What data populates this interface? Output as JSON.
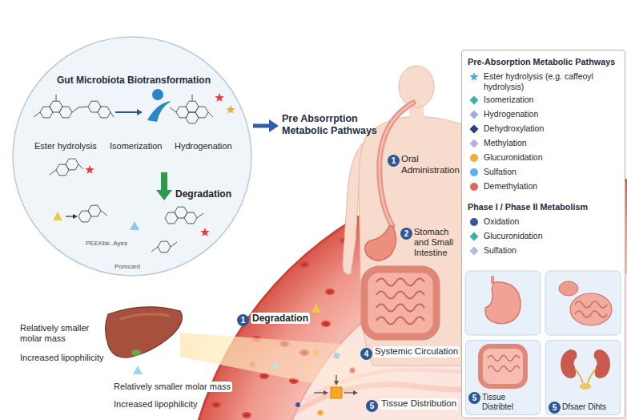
{
  "diagram": {
    "nodes": [
      {
        "text": [
          "Gut Microbiota Biotransformation",
          "Ester hydrolysis",
          "Isomerization",
          "Hydrogenation",
          "Degradation",
          "PEEKbk..Ayes",
          "Pomcard"
        ]
      },
      {
        "text": [
          "Pre-Absorption Metabolic Pathways",
          "Phase I / Phase II Metabolism"
        ]
      },
      {
        "text": [
          "5",
          "Tissue Distribtel"
        ],
        "in": 1
      },
      {
        "text": [
          "5",
          "Dfsaer Dihts"
        ],
        "in": 1
      }
    ],
    "labels": [
      "Pre Absorrption Metabolic Pathways",
      "1",
      "Oral Administration",
      "2",
      "Stomach and Small Intestine",
      "1",
      "Degradation",
      "4",
      "Systemic Circulation",
      "5",
      "Tissue Distribution",
      "Relatively smaller molar mass",
      "Increased lipophilicity",
      "Relatively smaller molar mass",
      "Increased lipophilicity"
    ],
    "legend": [
      {
        "text": "Ester hydrolysis (e.g. caffeoyl hydrolysis)",
        "color": "#4aa8e0"
      },
      {
        "text": "Isomerization",
        "color": "#3bb3a9"
      },
      {
        "text": "Hydrogenation",
        "color": "#a3acdf"
      },
      {
        "text": "Dehydroxylation",
        "color": "#2c3d7a"
      },
      {
        "text": "Methylation",
        "color": "#b7b0e4"
      },
      {
        "text": "Glucuronidation",
        "color": "#f2a93b"
      },
      {
        "text": "Sulfation",
        "color": "#58b2e5"
      },
      {
        "text": "Demethylation",
        "color": "#e0655a"
      },
      {
        "text": "Oxidation",
        "color": "#3a559e"
      },
      {
        "text": "Glucuronidation",
        "color": "#3bb3a9"
      },
      {
        "text": "Sulfation",
        "color": "#b3bbe9"
      }
    ]
  }
}
